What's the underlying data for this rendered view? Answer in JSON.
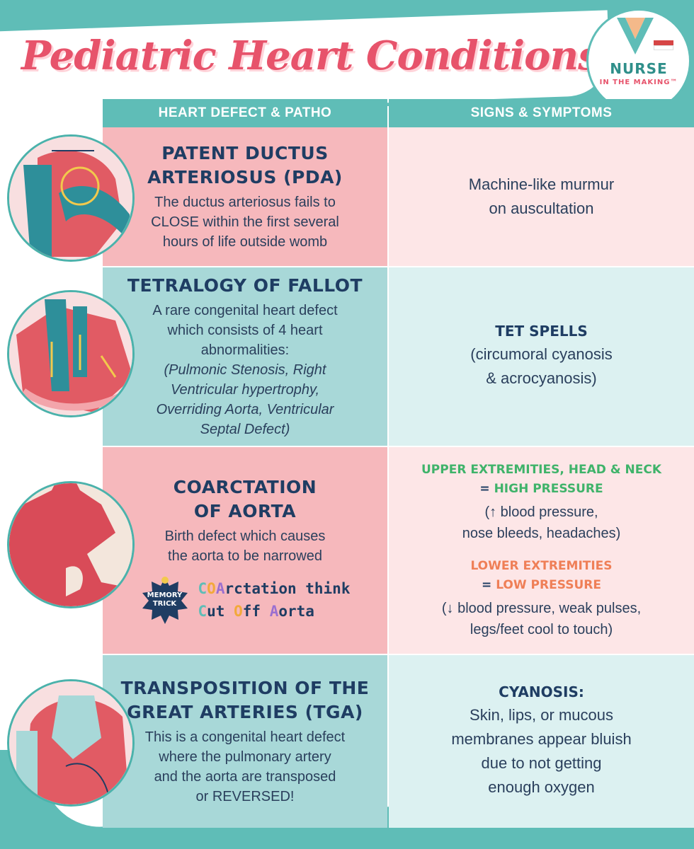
{
  "title": "Pediatric Heart Conditions",
  "logo": {
    "main": "NURSE",
    "sub": "IN THE MAKING™"
  },
  "colors": {
    "teal": "#5fbdb7",
    "pink_title": "#e7536b",
    "pink_cell": "#f6b8bc",
    "teal_cell": "#a8d8d8",
    "navy_text": "#1f3d63",
    "green_text": "#3fb36a",
    "orange_text": "#ef7f57"
  },
  "headers": {
    "left": "HEART DEFECT & PATHO",
    "right": "SIGNS & SYMPTOMS"
  },
  "rows": [
    {
      "name_lines": [
        "PATENT DUCTUS",
        "ARTERIOSUS (PDA)"
      ],
      "desc_lines": [
        "The ductus arteriosus fails to",
        "CLOSE within the first several",
        "hours of life outside womb"
      ],
      "symptom_lines": [
        "Machine-like murmur",
        "on auscultation"
      ],
      "icon": "heart-pda-illustration"
    },
    {
      "name_lines": [
        "TETRALOGY OF FALLOT"
      ],
      "desc_lines": [
        "A rare congenital heart defect",
        "which consists of 4 heart",
        "abnormalities:"
      ],
      "desc_italic_lines": [
        "(Pulmonic Stenosis, Right",
        "Ventricular hypertrophy,",
        "Overriding Aorta, Ventricular",
        "Septal Defect)"
      ],
      "symptom_title": "TET SPELLS",
      "symptom_lines": [
        "(circumoral cyanosis",
        "& acrocyanosis)"
      ],
      "icon": "heart-tof-illustration"
    },
    {
      "name_lines": [
        "COARCTATION",
        "OF AORTA"
      ],
      "desc_lines": [
        "Birth defect which causes",
        "the aorta to be narrowed"
      ],
      "memory": {
        "badge_line1": "MEMORY",
        "badge_line2": "TRICK",
        "line1": "COArctation think",
        "line2": "Cut Off Aorta"
      },
      "upper_title": "UPPER EXTREMITIES, HEAD & NECK",
      "upper_eq": "= ",
      "upper_pressure": "HIGH PRESSURE",
      "upper_lines": [
        "(↑ blood pressure,",
        "nose bleeds, headaches)"
      ],
      "lower_title": "LOWER EXTREMITIES",
      "lower_eq": "= ",
      "lower_pressure": "LOW PRESSURE",
      "lower_lines": [
        "(↓ blood pressure, weak pulses,",
        "legs/feet cool to touch)"
      ],
      "icon": "aorta-coarctation-illustration"
    },
    {
      "name_lines": [
        "TRANSPOSITION OF THE",
        "GREAT ARTERIES (TGA)"
      ],
      "desc_lines": [
        "This is a congenital heart defect",
        "where the pulmonary artery",
        "and the aorta are transposed",
        "or REVERSED!"
      ],
      "symptom_title": "CYANOSIS:",
      "symptom_lines": [
        "Skin, lips, or mucous",
        "membranes appear bluish",
        "due  to not getting",
        "enough oxygen"
      ],
      "icon": "heart-tga-illustration"
    }
  ]
}
